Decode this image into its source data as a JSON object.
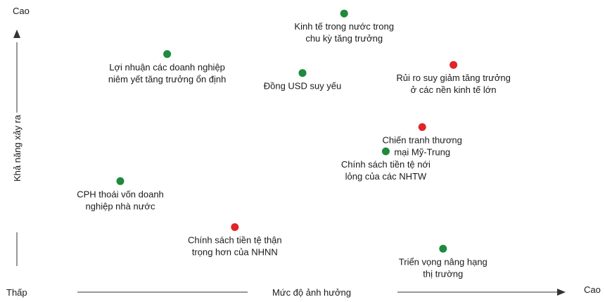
{
  "chart_data": {
    "type": "scatter",
    "title": "",
    "xlabel": "Mức độ ảnh hưởng",
    "ylabel": "Khả năng xảy ra",
    "x_low_label": "Thấp",
    "x_high_label": "Cao",
    "y_high_label": "Cao",
    "colors": {
      "positive": "#1e8a3c",
      "negative": "#e0242b"
    },
    "points": [
      {
        "label": [
          "Kinh tế trong nước trong",
          "chu kỳ tăng trưởng"
        ],
        "x": 0.58,
        "y": 0.95,
        "tone": "positive"
      },
      {
        "label": [
          "Lợi nhuận các doanh nghiệp",
          "niêm yết tăng trưởng ổn định"
        ],
        "x": 0.24,
        "y": 0.8,
        "tone": "positive"
      },
      {
        "label": [
          "Rủi ro suy giảm tăng trưởng",
          "ở các nền kinh tế lớn"
        ],
        "x": 0.79,
        "y": 0.76,
        "tone": "negative"
      },
      {
        "label": [
          "Đồng USD suy yếu"
        ],
        "x": 0.5,
        "y": 0.73,
        "tone": "positive"
      },
      {
        "label": [
          "Chiến tranh thương",
          "mại Mỹ-Trung"
        ],
        "x": 0.73,
        "y": 0.53,
        "tone": "negative"
      },
      {
        "label": [
          "Chính sách tiền tệ nới",
          "lỏng của các NHTW"
        ],
        "x": 0.66,
        "y": 0.44,
        "tone": "positive"
      },
      {
        "label": [
          "CPH thoái vốn doanh",
          "nghiệp nhà nước"
        ],
        "x": 0.15,
        "y": 0.33,
        "tone": "positive"
      },
      {
        "label": [
          "Chính sách tiền tệ thận",
          "trọng hơn của NHNN"
        ],
        "x": 0.37,
        "y": 0.16,
        "tone": "negative"
      },
      {
        "label": [
          "Triển vọng nâng hạng",
          "thị trường"
        ],
        "x": 0.77,
        "y": 0.08,
        "tone": "positive"
      }
    ]
  }
}
